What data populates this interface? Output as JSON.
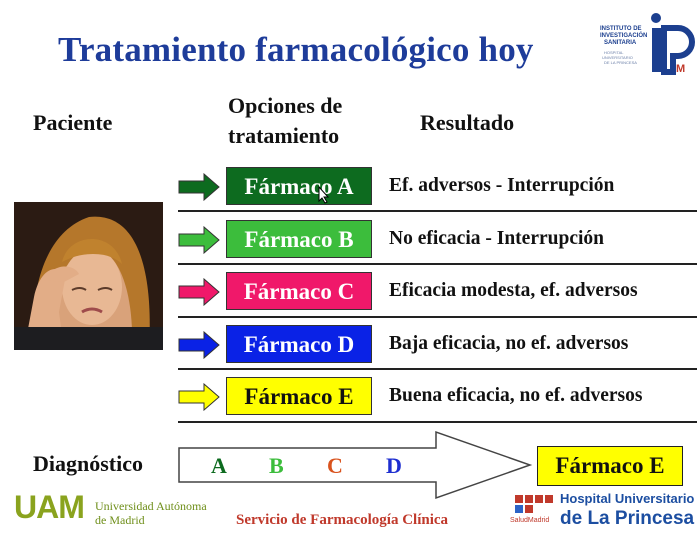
{
  "title": "Tratamiento farmacológico hoy",
  "headers": {
    "paciente": "Paciente",
    "opciones_line1": "Opciones de",
    "opciones_line2": "tratamiento",
    "resultado": "Resultado"
  },
  "rows": [
    {
      "drug": "Fármaco A",
      "result": "Ef. adversos - Interrupción",
      "color": "#0d6b1f",
      "text_color": "#ffffff"
    },
    {
      "drug": "Fármaco B",
      "result": "No eficacia - Interrupción",
      "color": "#3cbd3c",
      "text_color": "#ffffff"
    },
    {
      "drug": "Fármaco C",
      "result": "Eficacia modesta, ef. adversos",
      "color": "#f0186a",
      "text_color": "#ffffff"
    },
    {
      "drug": "Fármaco D",
      "result": "Baja eficacia, no ef. adversos",
      "color": "#0a22e6",
      "text_color": "#ffffff"
    },
    {
      "drug": "Fármaco E",
      "result": "Buena eficacia, no ef. adversos",
      "color": "#ffff00",
      "text_color": "#111111"
    }
  ],
  "diagnostico": {
    "label": "Diagnóstico",
    "letters": [
      {
        "text": "A",
        "color": "#0d6b1f"
      },
      {
        "text": "B",
        "color": "#3cbd3c"
      },
      {
        "text": "C",
        "color": "#d9531e"
      },
      {
        "text": "D",
        "color": "#1f2fd0"
      }
    ],
    "final": "Fármaco E"
  },
  "footer": {
    "uam_logo": "UAM",
    "uam_line1": "Universidad Autónoma",
    "uam_line2": "de Madrid",
    "servicio": "Servicio de Farmacología Clínica",
    "hospital_line1": "Hospital Universitario",
    "hospital_line2": "de La Princesa",
    "salud": "SaludMadrid"
  },
  "logo_ip": {
    "line1": "INSTITUTO DE",
    "line2": "INVESTIGACIÓN",
    "line3": "SANITARIA",
    "mark": "IP"
  }
}
